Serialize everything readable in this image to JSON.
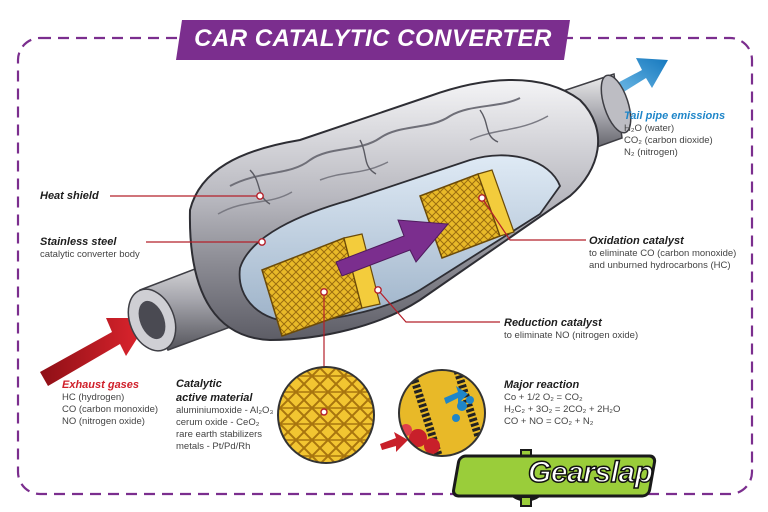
{
  "title": "CAR CATALYTIC CONVERTER",
  "labels": {
    "heat_shield": {
      "title": "Heat shield"
    },
    "stainless_steel": {
      "title": "Stainless steel",
      "lines": [
        "catalytic converter body"
      ]
    },
    "exhaust_gases": {
      "title": "Exhaust gases",
      "lines": [
        "HC (hydrogen)",
        "CO (carbon monoxide)",
        "NO (nitrogen oxide)"
      ]
    },
    "catalytic_material": {
      "title_1": "Catalytic",
      "title_2": "active material",
      "lines": [
        "aluminiumoxide - Al₂O₃",
        "cerum oxide - CeO₂",
        "rare earth stabilizers",
        "metals - Pt/Pd/Rh"
      ]
    },
    "tail_pipe": {
      "title": "Tail pipe emissions",
      "lines": [
        "H₂O (water)",
        "CO₂ (carbon dioxide)",
        "N₂ (nitrogen)"
      ]
    },
    "oxidation": {
      "title": "Oxidation catalyst",
      "lines": [
        "to eliminate CO (carbon monoxide)",
        "and unburned hydrocarbons (HC)"
      ]
    },
    "reduction": {
      "title": "Reduction catalyst",
      "lines": [
        "to eliminate NO (nitrogen oxide)"
      ]
    },
    "major_reaction": {
      "title": "Major reaction",
      "lines": [
        "Co + 1/2 O₂ = CO₂",
        "H₂C₂ + 3O₂ = 2CO₂ + 2H₂O",
        "CO + NO = CO₂ + N₂"
      ]
    }
  },
  "brand": "Gearslap",
  "colors": {
    "purple": "#7b2e8e",
    "red": "#c8202a",
    "blue": "#1f86c9",
    "honeycomb": "#e8b928",
    "steel": "#c9c9cf"
  }
}
